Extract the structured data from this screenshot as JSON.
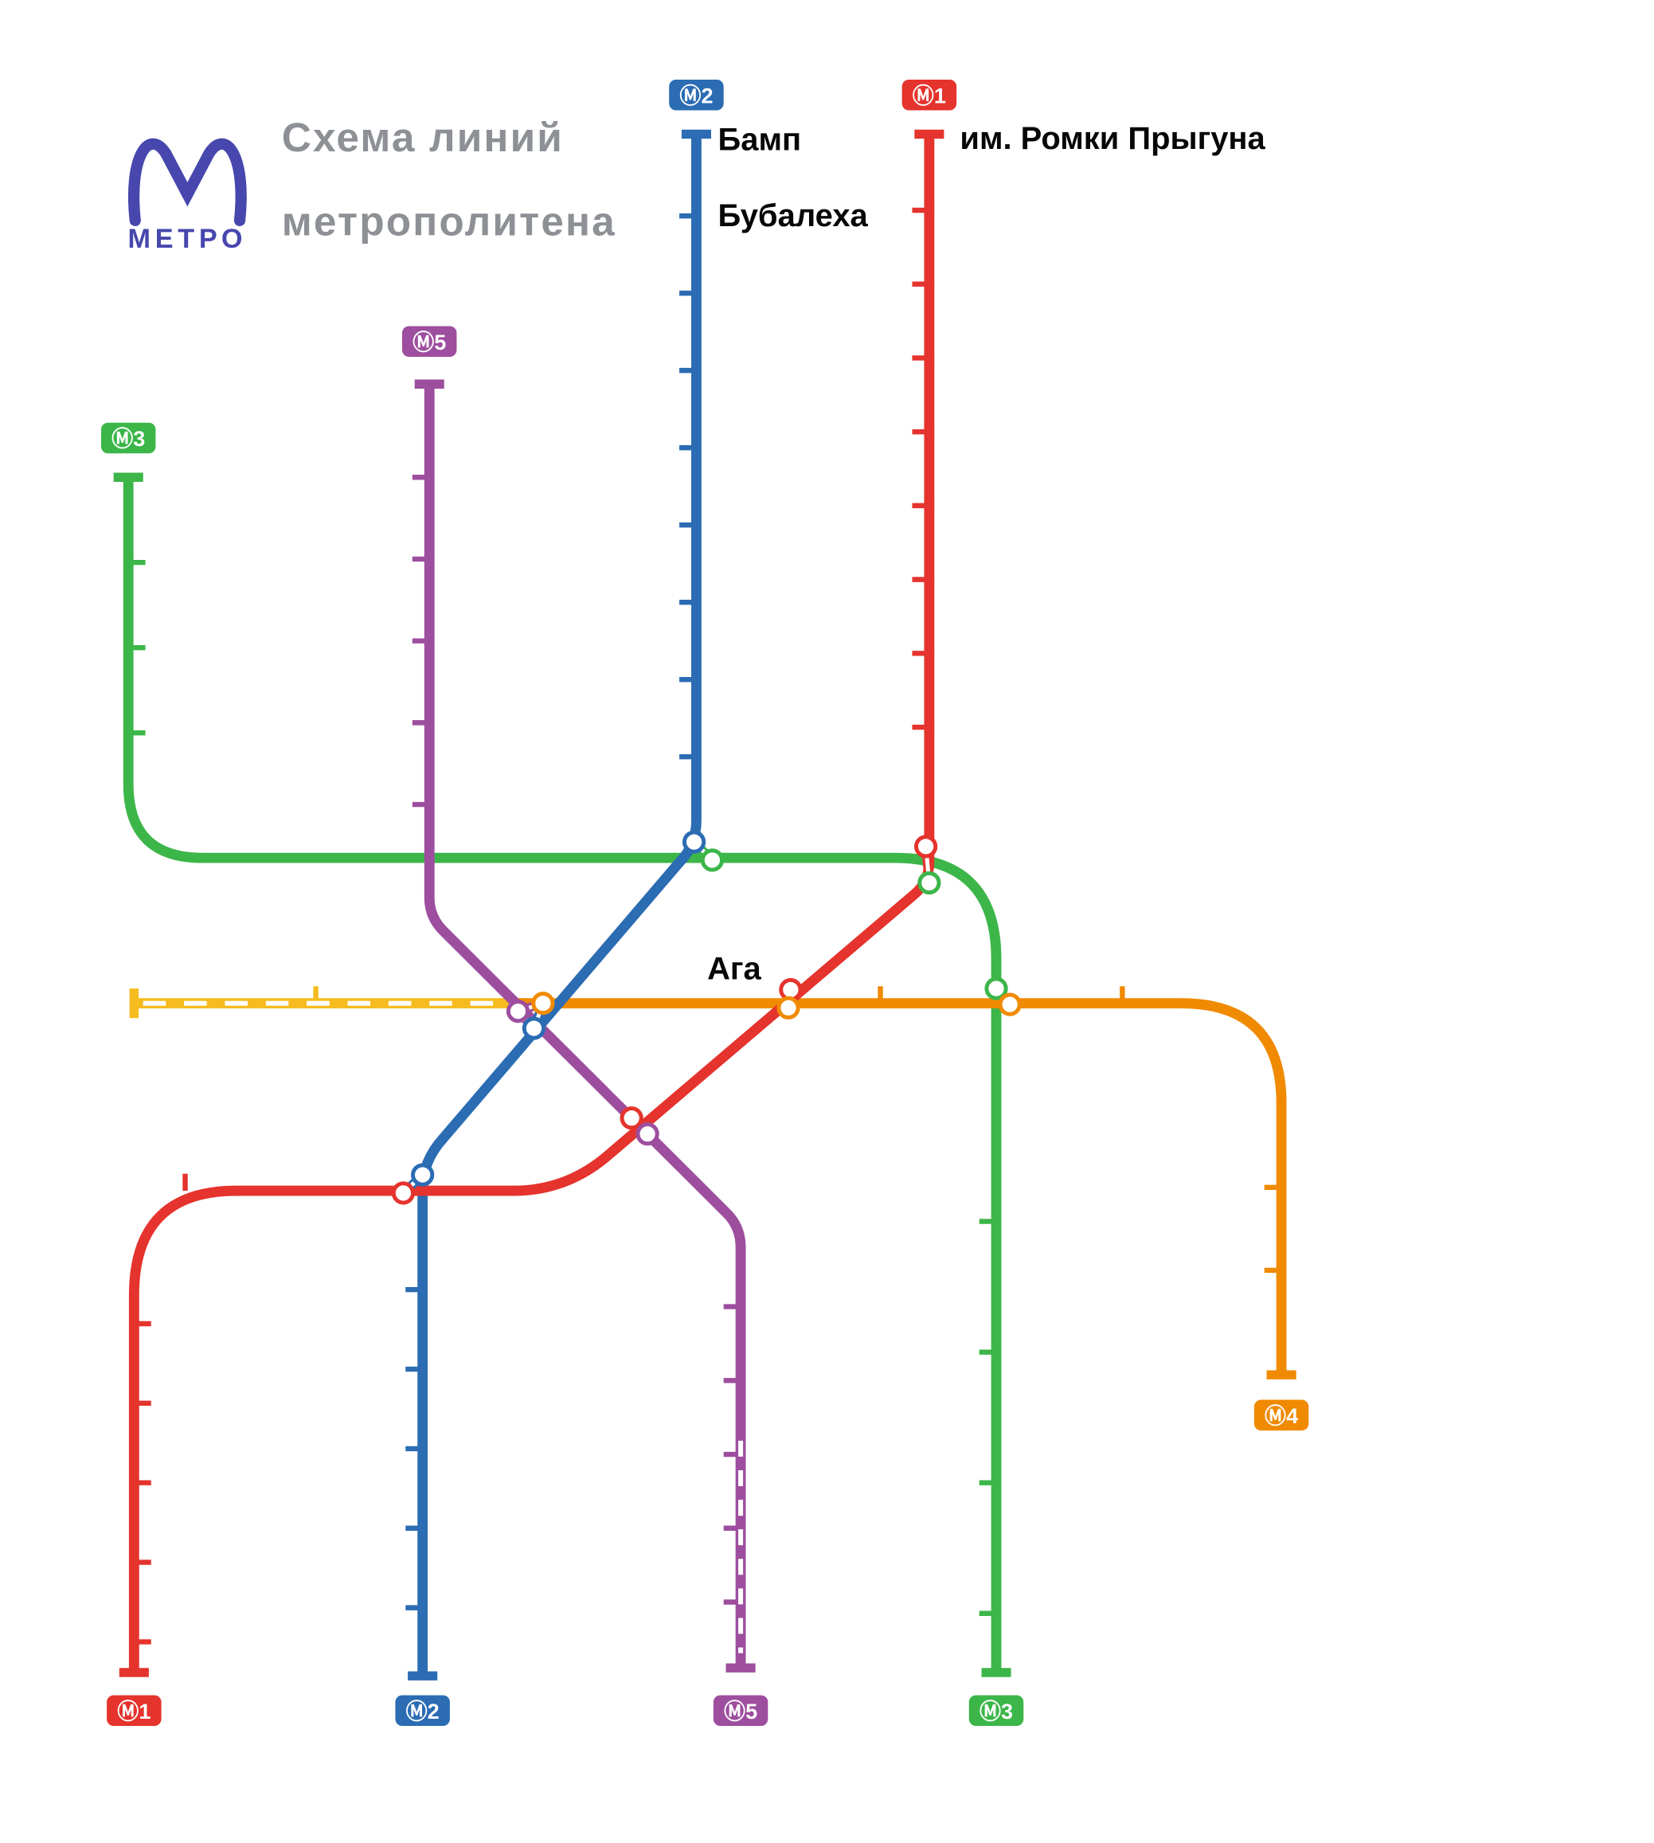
{
  "header": {
    "logo_text": "МЕТРО",
    "title_line1": "Схема линий",
    "title_line2": "метрополитена"
  },
  "stations": {
    "bamp": "Бамп",
    "bubalekha": "Бубалеха",
    "romki_pryguna": "им. Ромки Прыгуна",
    "aga": "Ага"
  },
  "lines": {
    "m1": {
      "badge": "Ⓜ1",
      "color": "#e5332d"
    },
    "m2": {
      "badge": "Ⓜ2",
      "color": "#2b6cb3"
    },
    "m3": {
      "badge": "Ⓜ3",
      "color": "#3cb649"
    },
    "m4": {
      "badge": "Ⓜ4",
      "color": "#f08a00",
      "construction_color": "#f6bb1f"
    },
    "m5": {
      "badge": "Ⓜ5",
      "color": "#9d4e9e"
    }
  }
}
